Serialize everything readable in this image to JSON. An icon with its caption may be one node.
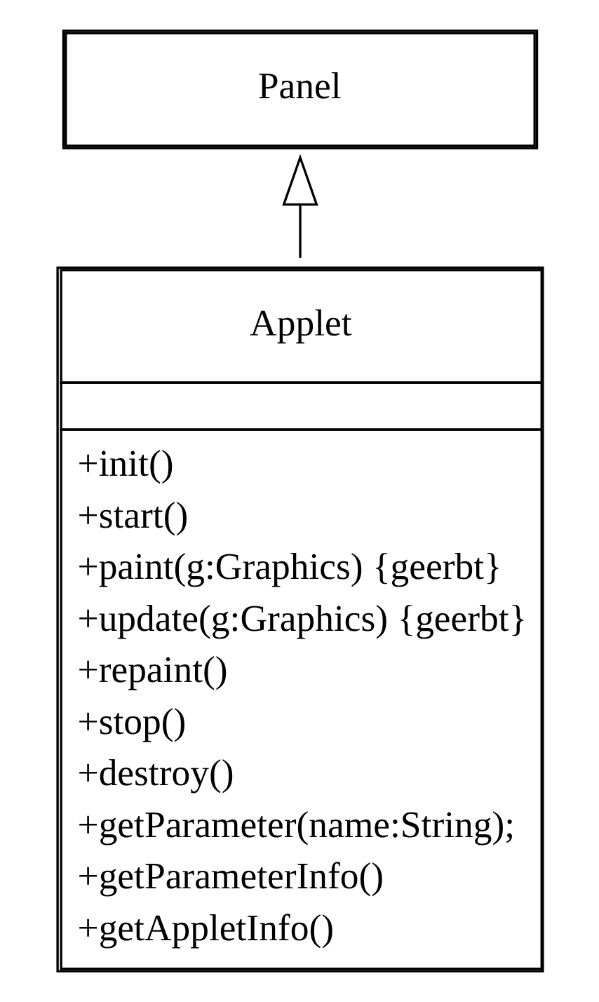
{
  "diagram": {
    "nodes": [
      {
        "text": [
          "Panel"
        ]
      },
      {
        "text": [
          "Applet",
          "+init()",
          "+start()",
          "+paint(g:Graphics) {geerbt}",
          "+update(g:Graphics) {geerbt}",
          "+repaint()",
          "+stop()",
          "+destroy()",
          "+getParameter(name:String);",
          "+getParameterInfo()",
          "+getAppletInfo()"
        ]
      }
    ],
    "edges": [
      {
        "from": 1,
        "to": 0,
        "arrow": "to"
      }
    ]
  }
}
